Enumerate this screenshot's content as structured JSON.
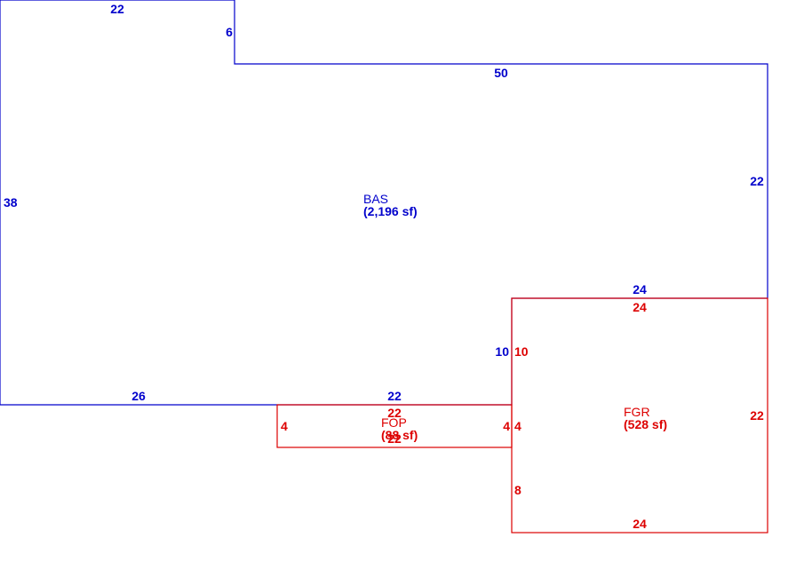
{
  "colors": {
    "bas": "#0000cc",
    "additions": "#dd0000",
    "background": "#ffffff"
  },
  "areas": {
    "bas": {
      "code": "BAS",
      "size": "(2,196 sf)"
    },
    "fop": {
      "code": "FOP",
      "size": "(88 sf)"
    },
    "fgr": {
      "code": "FGR",
      "size": "(528 sf)"
    }
  },
  "dimensions": {
    "bas": {
      "top_left": "22",
      "step": "6",
      "top_right": "50",
      "right": "22",
      "left": "38",
      "bottom": "26",
      "bottom_mid": "22",
      "garage_top": "24",
      "garage_side": "10"
    },
    "fop": {
      "top": "22",
      "bottom": "22",
      "left": "4",
      "right": "4"
    },
    "fgr": {
      "top": "24",
      "side_upper": "10",
      "side_porch": "4",
      "side_lower": "8",
      "right": "22",
      "bottom": "24"
    }
  }
}
